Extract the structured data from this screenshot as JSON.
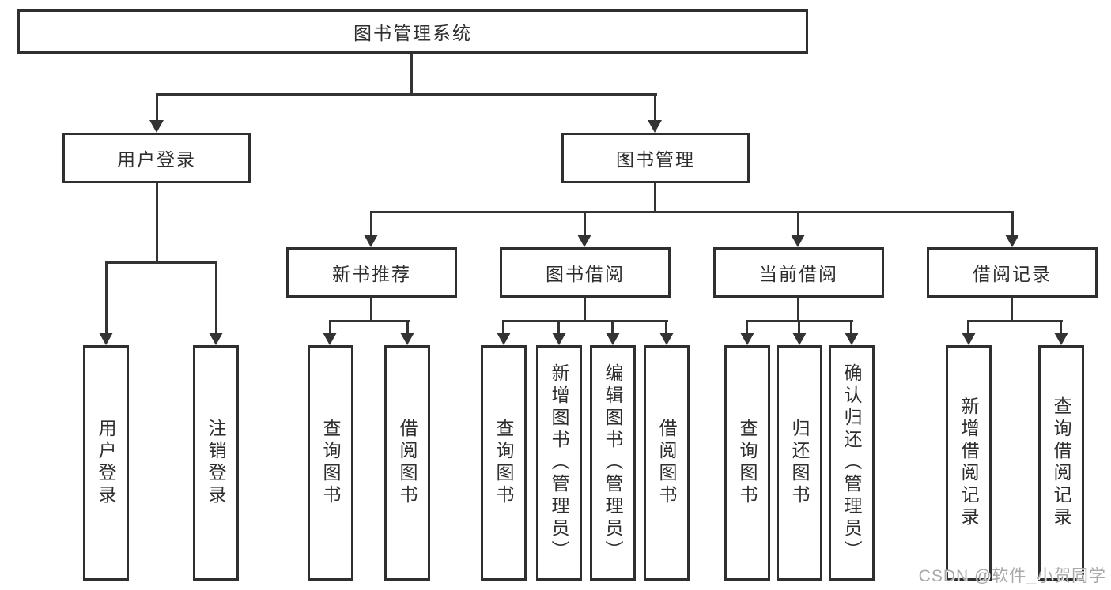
{
  "diagram": {
    "root": {
      "label": "图书管理系统"
    },
    "branches": [
      {
        "label": "用户登录",
        "leaves": [
          {
            "label": "用户登录"
          },
          {
            "label": "注销登录"
          }
        ]
      },
      {
        "label": "图书管理",
        "groups": [
          {
            "label": "新书推荐",
            "leaves": [
              {
                "label": "查询图书"
              },
              {
                "label": "借阅图书"
              }
            ]
          },
          {
            "label": "图书借阅",
            "leaves": [
              {
                "label": "查询图书"
              },
              {
                "label": "新增图书（管理员）"
              },
              {
                "label": "编辑图书（管理员）"
              },
              {
                "label": "借阅图书"
              }
            ]
          },
          {
            "label": "当前借阅",
            "leaves": [
              {
                "label": "查询图书"
              },
              {
                "label": "归还图书"
              },
              {
                "label": "确认归还（管理员）"
              }
            ]
          },
          {
            "label": "借阅记录",
            "leaves": [
              {
                "label": "新增借阅记录"
              },
              {
                "label": "查询借阅记录"
              }
            ]
          }
        ]
      }
    ]
  },
  "watermark": {
    "text": "CSDN @软件_小贺同学"
  },
  "colors": {
    "line": "#333333",
    "box_border": "#2f2f2f",
    "text": "#2e2e2e",
    "watermark": "#a9a9a9",
    "background": "#ffffff"
  }
}
